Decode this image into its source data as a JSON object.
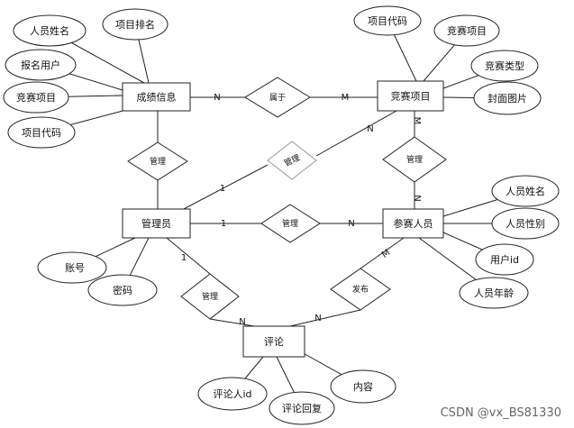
{
  "entities": {
    "score_info": "成绩信息",
    "competition": "竞赛项目",
    "admin": "管理员",
    "participant": "参赛人员",
    "comment": "评论"
  },
  "relationships": {
    "belongs_to": "属于",
    "admin_to_score": "管理",
    "admin_to_comp": "管理",
    "admin_to_participant": "管理",
    "comp_to_participant": "管理",
    "admin_to_comment": "管理",
    "publish": "发布"
  },
  "attributes": {
    "score_info": [
      "人员姓名",
      "项目排名",
      "报名用户",
      "竞赛项目",
      "项目代码"
    ],
    "competition": [
      "项目代码",
      "竞赛项目",
      "竞赛类型",
      "封面图片"
    ],
    "participant": [
      "人员姓名",
      "人员性别",
      "用户id",
      "人员年龄"
    ],
    "admin": [
      "账号",
      "密码"
    ],
    "comment": [
      "评论人id",
      "评论回复",
      "内容"
    ]
  },
  "cardinality": {
    "score_n": "N",
    "comp_m": "M",
    "comp_n_admin": "N",
    "admin_1_comp": "1",
    "comp_m_part": "M",
    "part_n_comp": "N",
    "admin_1_part": "1",
    "part_n_admin": "N",
    "admin_1_comment": "1",
    "comment_n_admin": "N",
    "part_m_comment": "M",
    "comment_n_part": "N"
  },
  "watermark": "CSDN @vx_BS81330"
}
